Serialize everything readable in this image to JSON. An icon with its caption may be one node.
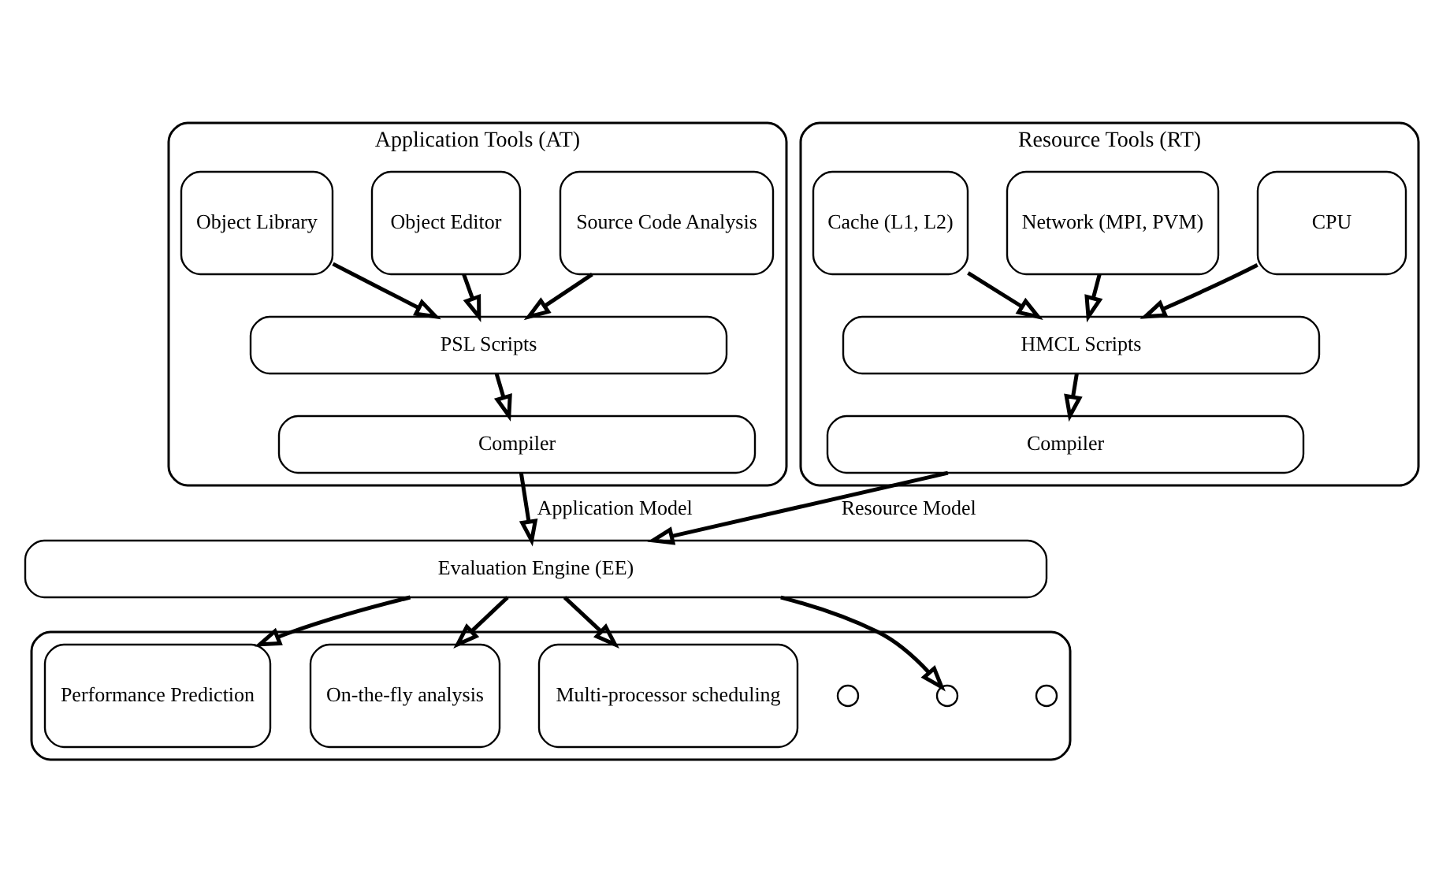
{
  "diagram": {
    "nodes": [
      {
        "text": [
          "Application Tools (AT)"
        ]
      },
      {
        "text": [
          "Source Code Analysis"
        ],
        "in": 0
      },
      {
        "text": [
          "Object Editor"
        ],
        "in": 0
      },
      {
        "text": [
          "Object Library"
        ],
        "in": 0
      },
      {
        "text": [
          "PSL Scripts"
        ],
        "in": 0
      },
      {
        "text": [
          "Compiler"
        ],
        "in": 0
      },
      {
        "text": [
          "Resource Tools (RT)"
        ]
      },
      {
        "text": [
          "CPU"
        ],
        "in": 6
      },
      {
        "text": [
          "Network (MPI, PVM)"
        ],
        "in": 6
      },
      {
        "text": [
          "Cache (L1, L2)"
        ],
        "in": 6
      },
      {
        "text": [
          "HMCL Scripts"
        ],
        "in": 6
      },
      {
        "text": [
          "Compiler"
        ],
        "in": 6
      },
      {
        "text": [
          "Evaluation Engine (EE)"
        ]
      },
      {
        "text": [],
        "shape": "box"
      },
      {
        "text": [
          "Performance Prediction"
        ],
        "in": 13
      },
      {
        "text": [
          "On-the-fly analysis"
        ],
        "in": 13
      },
      {
        "text": [
          "Multi-processor scheduling"
        ],
        "in": 13
      },
      {
        "text": [],
        "shape": "circle",
        "in": 13
      },
      {
        "text": [],
        "shape": "circle",
        "in": 13
      },
      {
        "text": [],
        "shape": "circle",
        "in": 13
      }
    ],
    "edges": [
      {
        "from": 1,
        "to": 4,
        "arrow": "to"
      },
      {
        "from": 2,
        "to": 4,
        "arrow": "to"
      },
      {
        "from": 3,
        "to": 4,
        "arrow": "to"
      },
      {
        "from": 4,
        "to": 5,
        "arrow": "to"
      },
      {
        "from": 7,
        "to": 10,
        "arrow": "to"
      },
      {
        "from": 8,
        "to": 10,
        "arrow": "to"
      },
      {
        "from": 9,
        "to": 10,
        "arrow": "to"
      },
      {
        "from": 10,
        "to": 11,
        "arrow": "to"
      },
      {
        "from": 5,
        "to": 12,
        "label": "Application Model",
        "arrow": "to"
      },
      {
        "from": 11,
        "to": 12,
        "label": "Resource Model",
        "arrow": "to"
      },
      {
        "from": 12,
        "to": 14,
        "arrow": "to"
      },
      {
        "from": 12,
        "to": 15,
        "arrow": "to"
      },
      {
        "from": 12,
        "to": 16,
        "arrow": "to"
      },
      {
        "from": 12,
        "to": 18,
        "arrow": "to"
      }
    ]
  }
}
